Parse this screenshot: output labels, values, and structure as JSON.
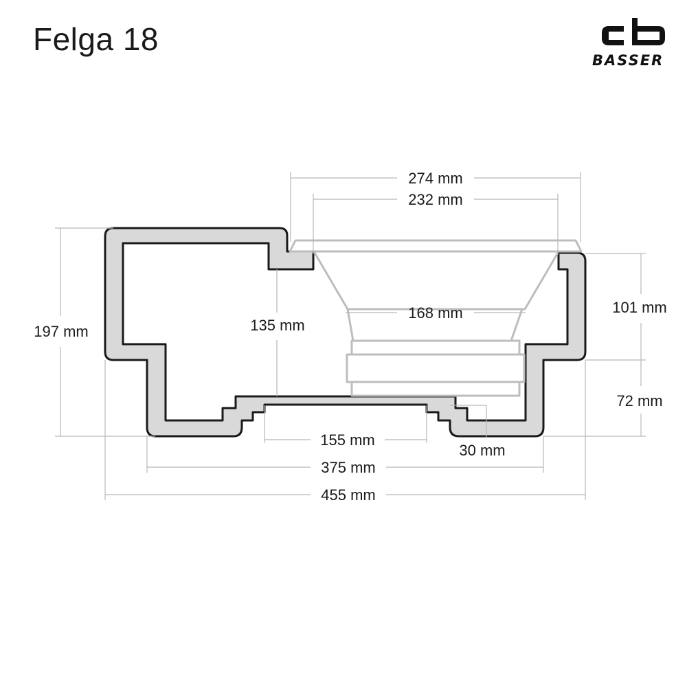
{
  "title": "Felga 18",
  "logo": {
    "text": "BASSER",
    "icon": "basser-logo-icon"
  },
  "colors": {
    "wall_fill": "#d9d9d9",
    "wall_stroke": "#1a1a1a",
    "speaker_stroke": "#bdbdbd",
    "dimension_line": "#b8b8b8",
    "text": "#1a1a1a"
  },
  "dimensions": {
    "speaker_outer_width": "274 mm",
    "speaker_cutout_width": "232 mm",
    "magnet_width": "168 mm",
    "total_height": "197 mm",
    "inner_step_height": "135 mm",
    "right_upper_height": "101 mm",
    "right_lower_height": "72 mm",
    "bottom_recess_width": "155 mm",
    "right_foot_width": "30 mm",
    "lower_body_width": "375 mm",
    "total_width": "455 mm"
  }
}
